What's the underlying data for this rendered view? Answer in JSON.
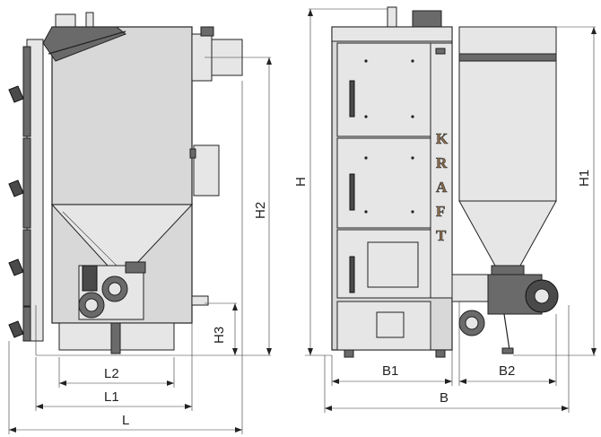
{
  "dimensions": {
    "H": "H",
    "H1": "H1",
    "H2": "H2",
    "H3": "H3",
    "L": "L",
    "L1": "L1",
    "L2": "L2",
    "B": "B",
    "B1": "B1",
    "B2": "B2"
  },
  "brand_letters": [
    "K",
    "R",
    "A",
    "F",
    "T"
  ],
  "colors": {
    "body": "#d8d8d8",
    "outline": "#222222",
    "brand": "#8a6a4a"
  }
}
